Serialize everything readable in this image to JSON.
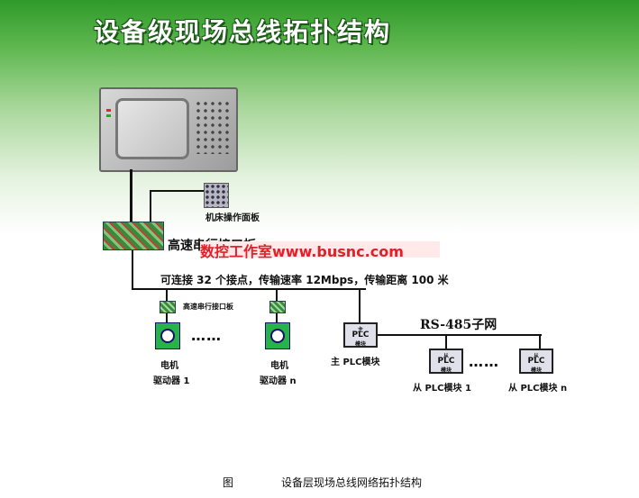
{
  "title": "设备级现场总线拓扑结构",
  "labels": {
    "machine_panel": "机床操作面板",
    "highspeed_board": "高速串行接口板",
    "watermark": "数控工作室www.busnc.com",
    "bus_spec": "可连接 32 个接点，传输速率 12Mbps，传输距离 100 米",
    "serial_board": "高速串行接口板",
    "rs485": "RS-485子网",
    "motor1_line1": "电机",
    "motor1_line2": "驱动器 1",
    "motorn_line1": "电机",
    "motorn_line2": "驱动器 n",
    "master_plc": "主 PLC模块",
    "slave_plc1": "从 PLC模块 1",
    "slave_plcn": "从 PLC模块 n",
    "dots": "……"
  },
  "plc_box": {
    "small_top_master": "主",
    "small_top_slave": "从",
    "plc": "PLC",
    "module": "模块"
  },
  "caption": {
    "fig": "图",
    "text": "设备层现场总线网络拓扑结构"
  }
}
